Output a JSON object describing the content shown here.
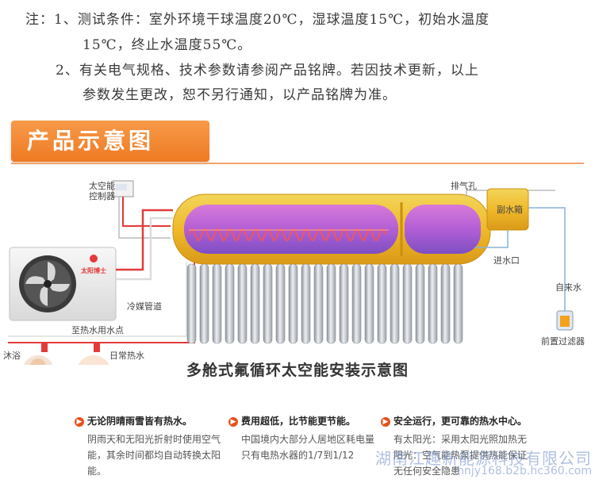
{
  "notes": {
    "line1": "注：1、测试条件：室外环境干球温度20℃，湿球温度15℃，初始水温度",
    "line2": "15℃，终止水温度55℃。",
    "line3": "2、有关电气规格、技术参数请参阅产品铭牌。若因技术更新，以上",
    "line4": "参数发生更改，恕不另行通知，以产品铭牌为准。"
  },
  "section_title": "产品示意图",
  "diagram": {
    "caption": "多舱式氟循环太空能安装示意图",
    "labels": {
      "controller": [
        "太空能",
        "控制器"
      ],
      "refrigerant_pipe": "冷媒管道",
      "hot_water_outlet": "至热水用水点",
      "bath": "沐浴",
      "daily_hot_water": "日常热水",
      "vent_hole": "排气孔",
      "aux_tank": "副水箱",
      "water_inlet": "进水口",
      "tap_water": "自来水",
      "pre_filter": "前置过滤器",
      "unit_brand": "太阳博士"
    }
  },
  "features": [
    {
      "title": "无论阴晴雨雪皆有热水。",
      "body": "阴雨天和无阳光折射时使用空气能，其余时间都均自动转换太阳能。"
    },
    {
      "title": "费用超低，比节能更节能。",
      "body": "中国境内大部分人居地区耗电量只有电热水器的1/7到1/12"
    },
    {
      "title": "安全运行，更可靠的热水中心。",
      "body": "有太阳光：采用太阳光照加热无阳光：空气能热泵提供热能保证无任何安全隐患"
    }
  ],
  "watermark": {
    "company": "湖南江趣新能源科技有限公司",
    "site": "hnjy168.b2b.hc360.com"
  },
  "colors": {
    "title_orange": "#ef7a22",
    "pipe_red": "#e43a3a",
    "tank_gold": "#f2c233",
    "bullet_red": "#e8501b"
  }
}
